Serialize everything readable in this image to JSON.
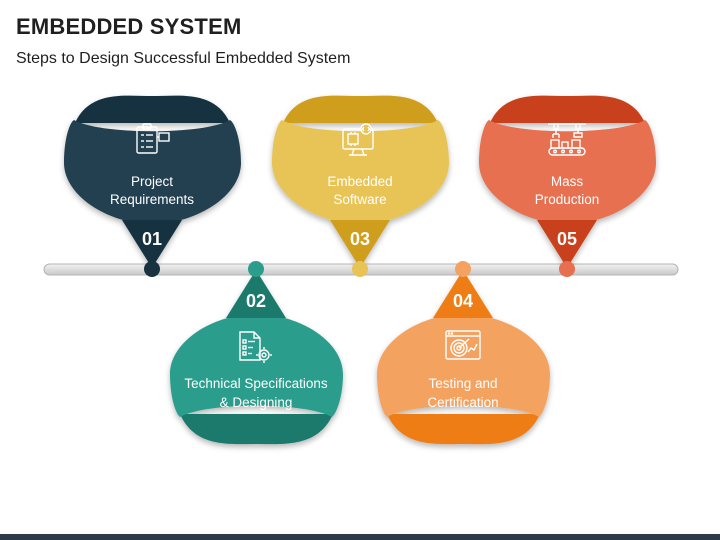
{
  "header": {
    "title": "EMBEDDED SYSTEM",
    "subtitle": "Steps to Design Successful Embedded System"
  },
  "steps": [
    {
      "number": "01",
      "line1": "Project",
      "line2": "Requirements",
      "icon": "clipboard-checklist-icon",
      "color": "#24404f",
      "dark": "#183240",
      "position": "top"
    },
    {
      "number": "02",
      "line1": "Technical Specifications",
      "line2": "& Designing",
      "icon": "document-gear-icon",
      "color": "#2a9d8c",
      "dark": "#1f7a6d",
      "position": "bottom"
    },
    {
      "number": "03",
      "line1": "Embedded",
      "line2": "Software",
      "icon": "monitor-code-icon",
      "color": "#e8c355",
      "dark": "#cf9e1a",
      "position": "top"
    },
    {
      "number": "04",
      "line1": "Testing and",
      "line2": "Certification",
      "icon": "target-analysis-icon",
      "color": "#f4a261",
      "dark": "#ef7d12",
      "position": "bottom"
    },
    {
      "number": "05",
      "line1": "Mass",
      "line2": "Production",
      "icon": "robot-arm-conveyor-icon",
      "color": "#e76f51",
      "dark": "#c9401f",
      "position": "top"
    }
  ]
}
